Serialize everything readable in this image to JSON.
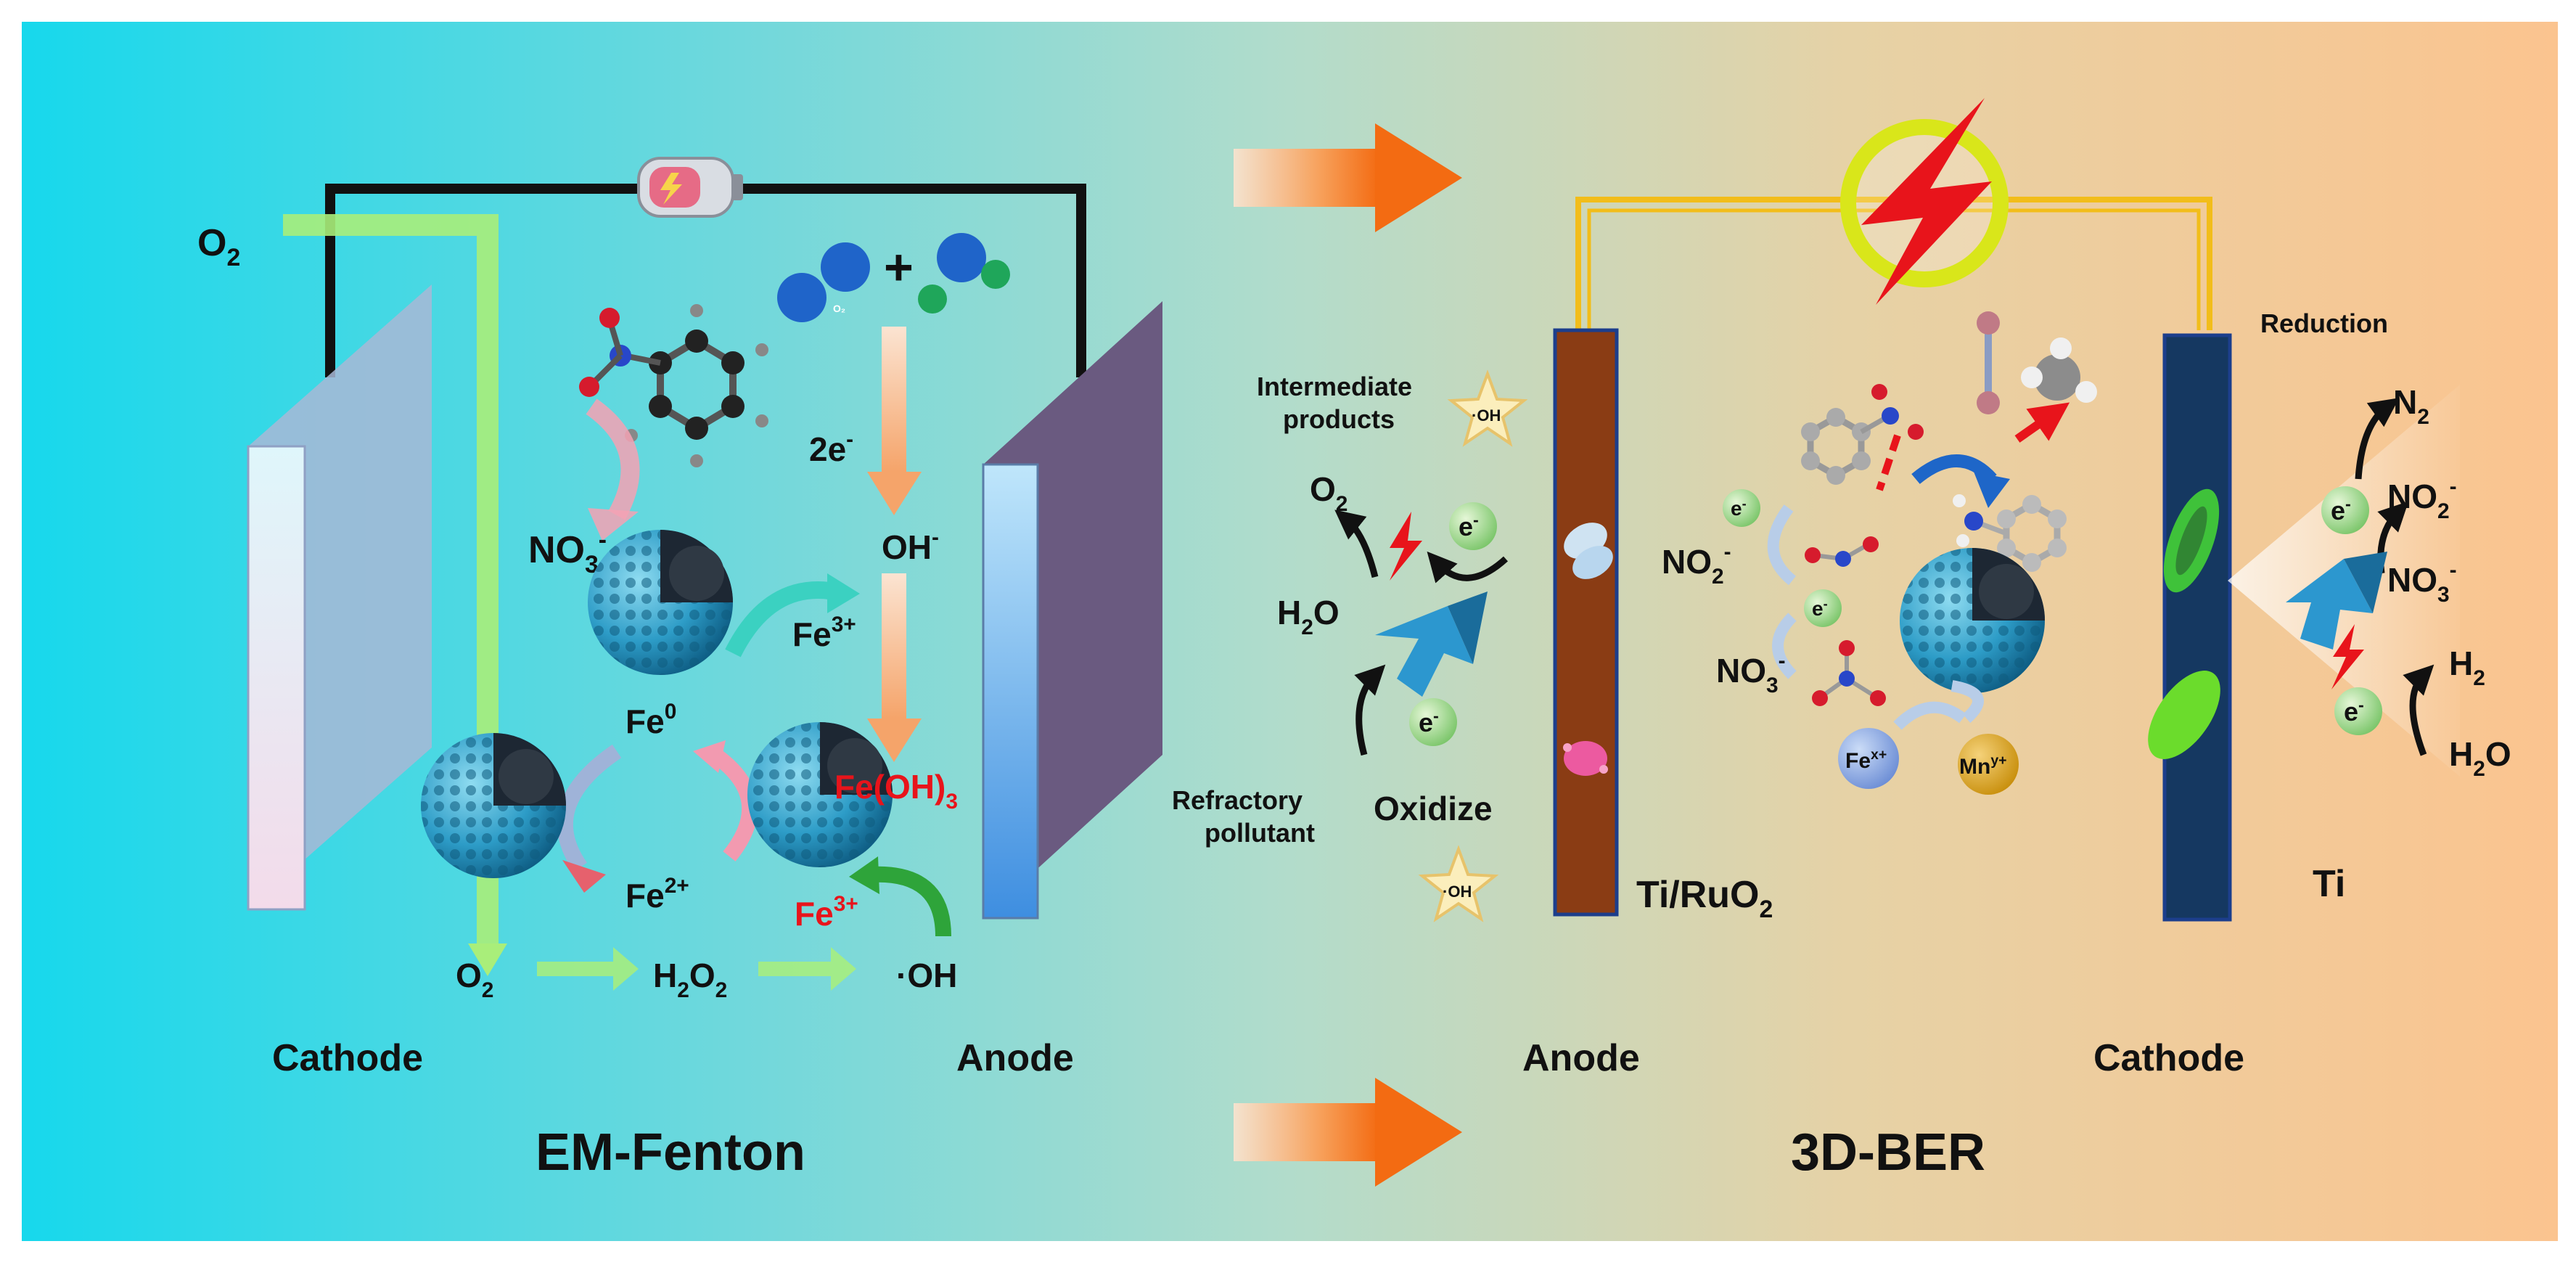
{
  "left_panel": {
    "title": "EM-Fenton",
    "cathode_label": "Cathode",
    "anode_label": "Anode",
    "o2_input": {
      "main": "O",
      "sub": "2"
    },
    "no3": {
      "main": "NO",
      "sub": "3",
      "sup": "-"
    },
    "electrons": {
      "main": "2e",
      "sup": "-"
    },
    "oh_ion": {
      "main": "OH",
      "sup": "-"
    },
    "fe3_top": {
      "main": "Fe",
      "sup": "3+"
    },
    "fe0": {
      "main": "Fe",
      "sup": "0"
    },
    "fe2": {
      "main": "Fe",
      "sup": "2+"
    },
    "feoh3": {
      "main": "Fe(OH)",
      "sub": "3"
    },
    "fe3_bottom": {
      "main": "Fe",
      "sup": "3+"
    },
    "o2_bottom": {
      "main": "O",
      "sub": "2"
    },
    "h2o2": {
      "h": "H",
      "sub1": "2",
      "o": "O",
      "sub2": "2"
    },
    "oh_radical": "·OH",
    "molecule_tag": "O₂"
  },
  "right_panel": {
    "title": "3D-BER",
    "anode_label": "Anode",
    "cathode_label": "Cathode",
    "anode_material": {
      "main": "Ti/RuO",
      "sub": "2"
    },
    "cathode_material": "Ti",
    "intermediate_line1": "Intermediate",
    "intermediate_line2": "products",
    "oh_star_top": "·OH",
    "oh_star_bottom": "·OH",
    "o2": {
      "main": "O",
      "sub": "2"
    },
    "h2o_left": {
      "h": "H",
      "sub": "2",
      "o": "O"
    },
    "refractory_line1": "Refractory",
    "refractory_line2": "pollutant",
    "oxidize": "Oxidize",
    "no2_mid": {
      "main": "NO",
      "sub": "2",
      "sup": "-"
    },
    "no3_mid": {
      "main": "NO",
      "sub": "3",
      "sup": "-"
    },
    "fex": {
      "main": "Fe",
      "sup": "x+"
    },
    "mny": {
      "main": "Mn",
      "sup": "y+"
    },
    "reduction": "Reduction",
    "n2": {
      "main": "N",
      "sub": "2"
    },
    "no2_right": {
      "main": "NO",
      "sub": "2",
      "sup": "-"
    },
    "no3_right": {
      "main": "NO",
      "sub": "3",
      "sup": "-"
    },
    "h2": {
      "main": "H",
      "sub": "2"
    },
    "h2o_right": {
      "h": "H",
      "sub": "2",
      "o": "O"
    },
    "electron_badge": {
      "main": "e",
      "sup": "-"
    }
  },
  "colors": {
    "bg_start": "#1fd6ea",
    "bg_mid": "#a7dcd0",
    "bg_end": "#fbc692",
    "anode_brown": "#8a3c14",
    "cathode_navy": "#153861",
    "wire_yellow": "#f2bd1a",
    "arrow_orange": "#f47a22",
    "accent_red": "#e8141b"
  }
}
